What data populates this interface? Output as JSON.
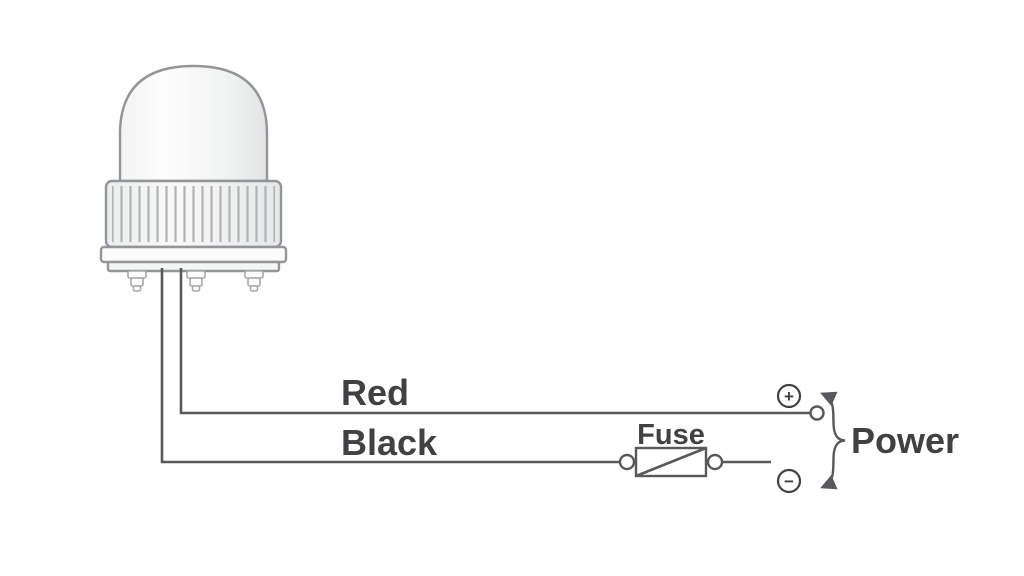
{
  "diagram": {
    "labels": {
      "red": "Red",
      "black": "Black",
      "fuse": "Fuse",
      "power": "Power",
      "positive": "+",
      "negative": "−"
    },
    "colors": {
      "wire": "#58595b",
      "beacon_outline": "#939598",
      "text": "#414042",
      "beacon_fill_light": "#fbfbfc",
      "beacon_fill_shade": "#e4e5e6",
      "background": "#ffffff"
    }
  }
}
